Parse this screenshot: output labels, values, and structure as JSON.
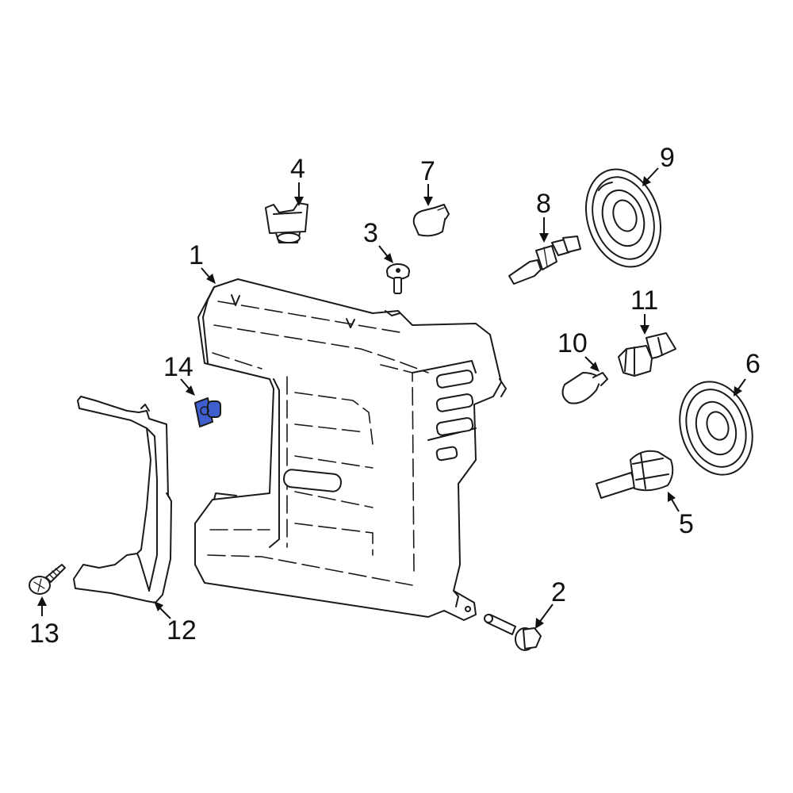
{
  "highlight_color": "#3f5fcf",
  "line_color": "#1a1a1a",
  "callouts": [
    {
      "id": "1",
      "label": "1"
    },
    {
      "id": "2",
      "label": "2"
    },
    {
      "id": "3",
      "label": "3"
    },
    {
      "id": "4",
      "label": "4"
    },
    {
      "id": "5",
      "label": "5"
    },
    {
      "id": "6",
      "label": "6"
    },
    {
      "id": "7",
      "label": "7"
    },
    {
      "id": "8",
      "label": "8"
    },
    {
      "id": "9",
      "label": "9"
    },
    {
      "id": "10",
      "label": "10"
    },
    {
      "id": "11",
      "label": "11"
    },
    {
      "id": "12",
      "label": "12"
    },
    {
      "id": "13",
      "label": "13"
    },
    {
      "id": "14",
      "label": "14"
    }
  ],
  "highlighted_part": "14"
}
